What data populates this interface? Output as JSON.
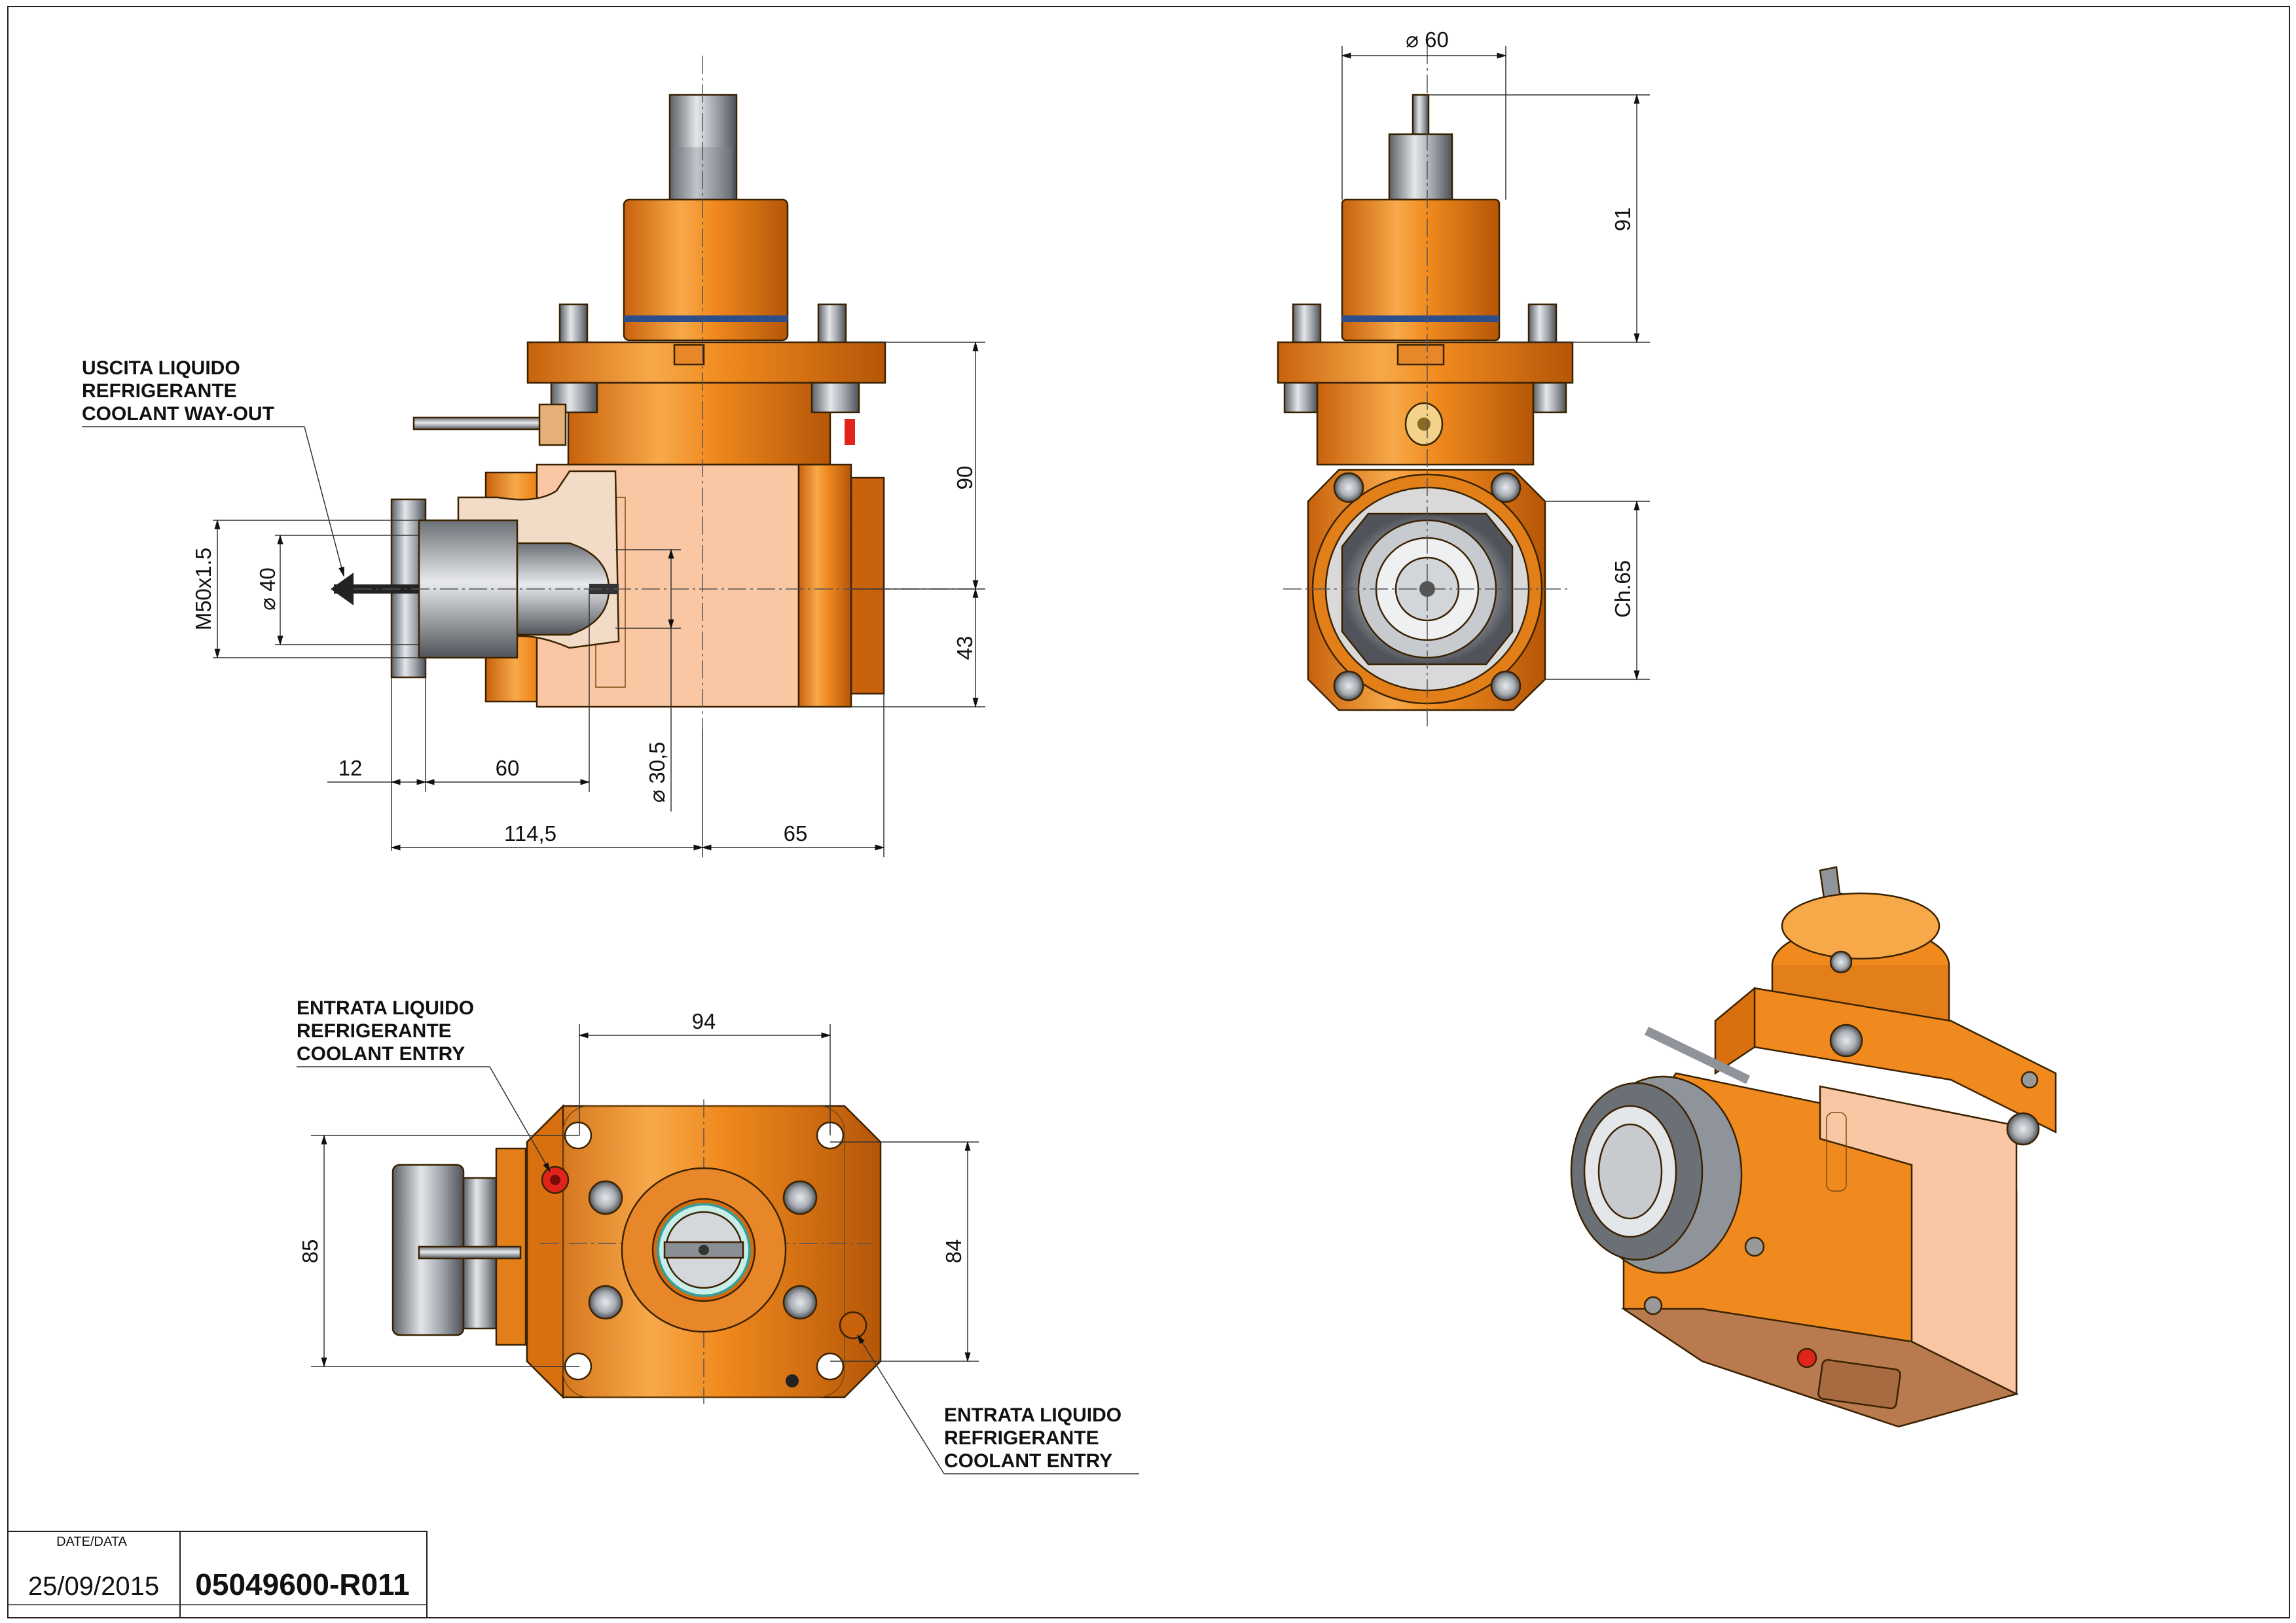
{
  "notes": {
    "coolant_out": [
      "USCITA LIQUIDO",
      "REFRIGERANTE",
      "COOLANT WAY-OUT"
    ],
    "coolant_entry_1": [
      "ENTRATA LIQUIDO",
      "REFRIGERANTE",
      "COOLANT ENTRY"
    ],
    "coolant_entry_2": [
      "ENTRATA LIQUIDO",
      "REFRIGERANTE",
      "COOLANT ENTRY"
    ]
  },
  "dimensions": {
    "side_view": {
      "d_90": "90",
      "d_43": "43",
      "d_m50": "M50x1.5",
      "d_dia40": "⌀ 40",
      "d_12": "12",
      "d_60": "60",
      "d_dia30": "⌀ 30,5",
      "d_114": "114,5",
      "d_65": "65"
    },
    "front_view": {
      "d_dia60": "⌀ 60",
      "d_91": "91",
      "d_ch65": "Ch.65"
    },
    "top_view": {
      "d_94": "94",
      "d_85": "85",
      "d_84": "84"
    }
  },
  "title_block": {
    "date_label": "DATE/DATA",
    "date": "25/09/2015",
    "code": "05049600-R011"
  },
  "colors": {
    "orange": "#f08a1e",
    "orange_dark": "#c8620c",
    "orange_light": "#f7a94a",
    "peach": "#f9c7a4",
    "steel": "#9ea3aa",
    "steel_dark": "#5b6066",
    "bronze": "#b87a4e",
    "blue_ring": "#2c4e8a",
    "red": "#e0241c"
  },
  "icons": [
    "arrow-left-icon",
    "coolant-port-icon"
  ]
}
